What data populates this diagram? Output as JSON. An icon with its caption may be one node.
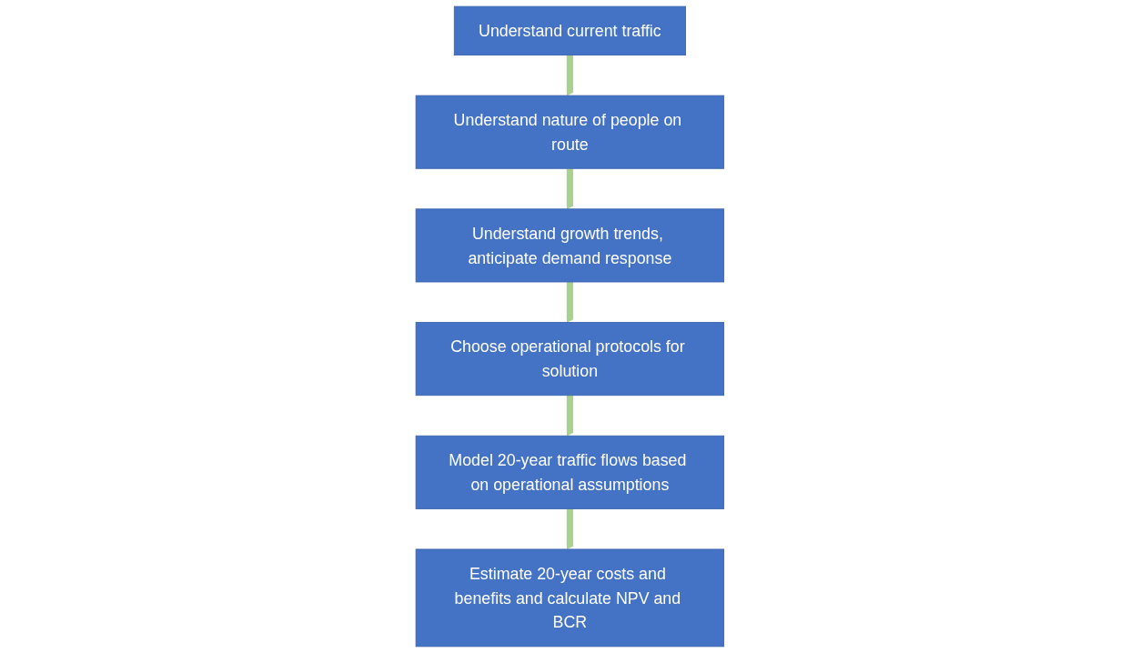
{
  "diagram": {
    "nodes": [
      {
        "text": [
          "Understand current traffic"
        ]
      },
      {
        "text": [
          "Understand nature of people on route"
        ]
      },
      {
        "text": [
          "Understand growth trends, anticipate demand response"
        ]
      },
      {
        "text": [
          "Choose operational protocols for solution"
        ]
      },
      {
        "text": [
          "Model 20-year traffic flows based on operational assumptions"
        ]
      },
      {
        "text": [
          "Estimate 20-year costs and benefits and calculate NPV and BCR"
        ]
      }
    ],
    "edges": [
      {
        "from": 0,
        "to": 1,
        "arrow": "to"
      },
      {
        "from": 1,
        "to": 2,
        "arrow": "to"
      },
      {
        "from": 2,
        "to": 3,
        "arrow": "to"
      },
      {
        "from": 3,
        "to": 4,
        "arrow": "to"
      },
      {
        "from": 4,
        "to": 5,
        "arrow": "to"
      }
    ]
  }
}
